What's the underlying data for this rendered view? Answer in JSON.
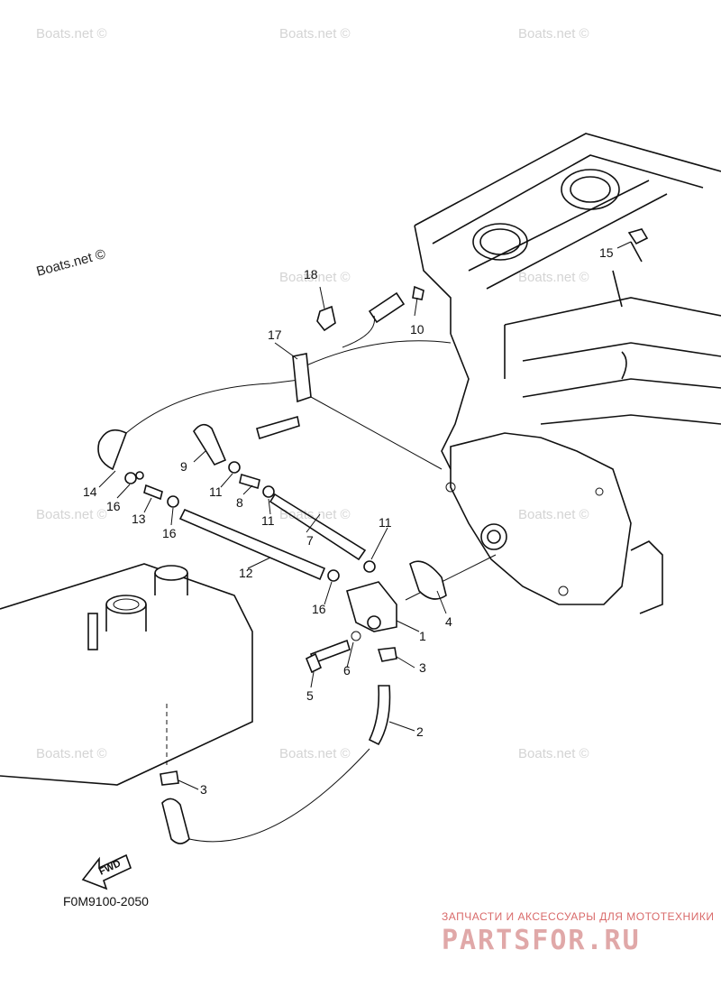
{
  "watermarks": {
    "site": "Boats.net ©",
    "site_dark": "Boats.net ©"
  },
  "callouts": [
    "1",
    "2",
    "3",
    "3",
    "4",
    "5",
    "6",
    "7",
    "8",
    "9",
    "10",
    "11",
    "11",
    "11",
    "11",
    "12",
    "13",
    "14",
    "15",
    "16",
    "16",
    "16",
    "17",
    "18"
  ],
  "diagram_code": "F0M9100-2050",
  "fwd_label": "FWD",
  "brand": {
    "tagline": "ЗАПЧАСТИ И АКСЕССУАРЫ ДЛЯ МОТОТЕХНИКИ",
    "name": "PARTSFOR.RU"
  }
}
